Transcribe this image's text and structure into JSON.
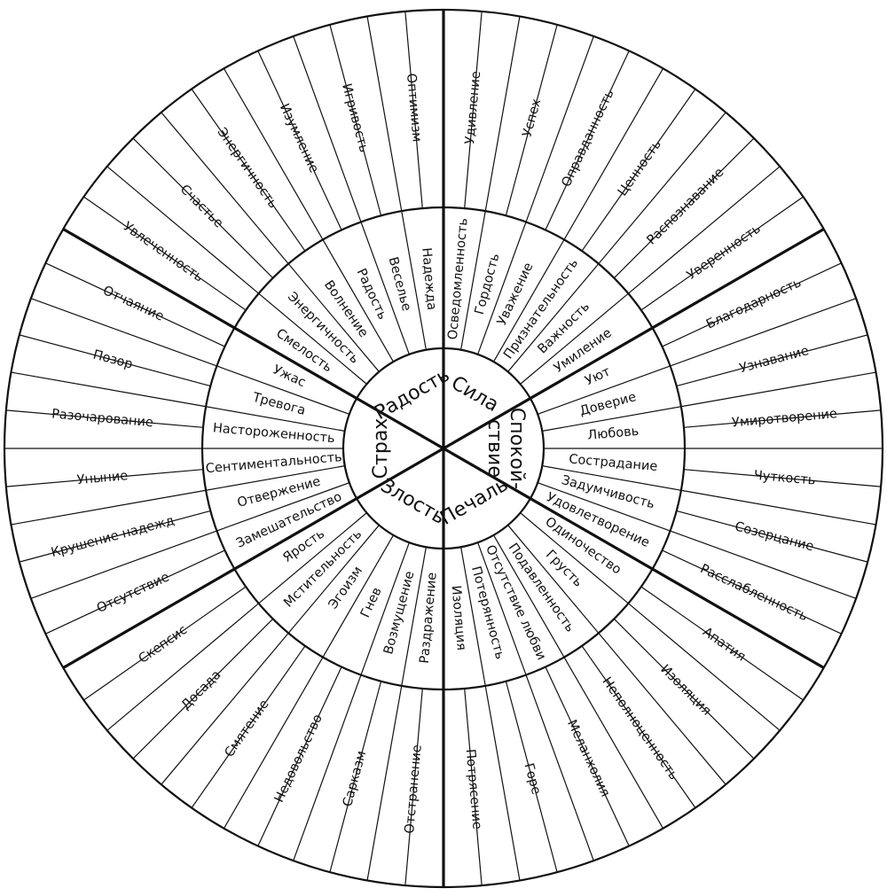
{
  "sectors": [
    {
      "core": "Радость",
      "middle": [
        "Надежда",
        "Веселье",
        "Радость",
        "Волнение",
        "Энергичность",
        "Смелость"
      ],
      "outer": [
        "Оптимизм",
        "Игривость",
        "Изумление",
        "Энергичность",
        "Счастье",
        "Увлеченность"
      ]
    },
    {
      "core": "Страх",
      "middle": [
        "Ужас",
        "Тревога",
        "Настороженность",
        "Сентиментальность",
        "Отвержение",
        "Замешательство"
      ],
      "outer": [
        "Отчаяние",
        "Позор",
        "Разочарование",
        "Уныние",
        "Крушение надежд",
        "Отсутствие"
      ]
    },
    {
      "core": "Злость",
      "middle": [
        "Ярость",
        "Мстительность",
        "Эгоизм",
        "Гнев",
        "Возмущение",
        "Раздражение"
      ],
      "outer": [
        "Скепсис",
        "Досада",
        "Смятение",
        "Недовольство",
        "Сарказм",
        "Отстранение"
      ]
    },
    {
      "core": "Печаль",
      "middle": [
        "Изоляция",
        "Потерянность",
        "Отсутствие любви",
        "Подавленность",
        "Грусть",
        "Одиночество"
      ],
      "outer": [
        "Потрясение",
        "Горе",
        "Меланхолия",
        "Неполноценность",
        "Изоляция",
        "Апатия"
      ]
    },
    {
      "core": "Спокой-\nствие",
      "middle": [
        "Удовлетворение",
        "Задумчивость",
        "Сострадание",
        "Любовь",
        "Доверие",
        "Уют"
      ],
      "outer": [
        "Расслабленность",
        "Созерцание",
        "Чуткость",
        "Умиротворение",
        "Узнавание",
        "Благодарность"
      ]
    },
    {
      "core": "Сила",
      "middle": [
        "Умиление",
        "Важность",
        "Признательность",
        "Уважение",
        "Гордость",
        "Осведомленность"
      ],
      "outer": [
        "Уверенность",
        "Распознавание",
        "Ценность",
        "Оправданность",
        "Успех",
        "Удивление"
      ]
    }
  ]
}
